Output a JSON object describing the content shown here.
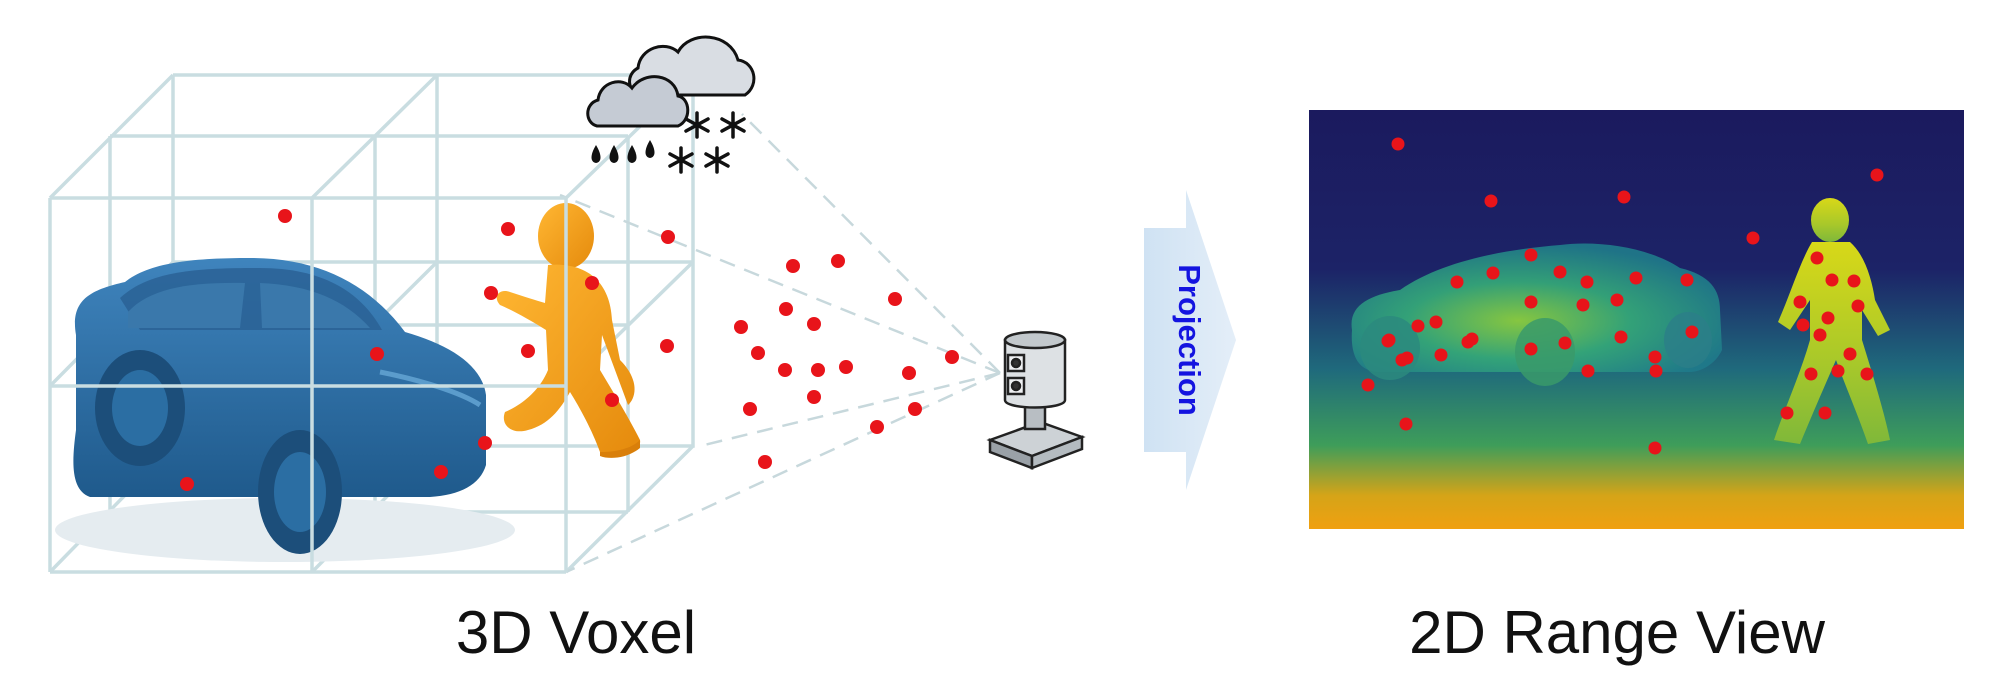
{
  "captions": {
    "left": "3D Voxel",
    "right": "2D Range View"
  },
  "arrow": {
    "label": "Projection",
    "fill": "#d6e6f5"
  },
  "colors": {
    "point": "#e8141a",
    "car": "#2f6fa6",
    "pedestrian": "#f5a21c",
    "voxel_grid": "#c6dbe0",
    "range_bg_top": "#1a1a5c",
    "range_bg_bottom": "#f0a010"
  },
  "icons": [
    "cloud-rain-snow-icon",
    "lidar-sensor-icon"
  ]
}
